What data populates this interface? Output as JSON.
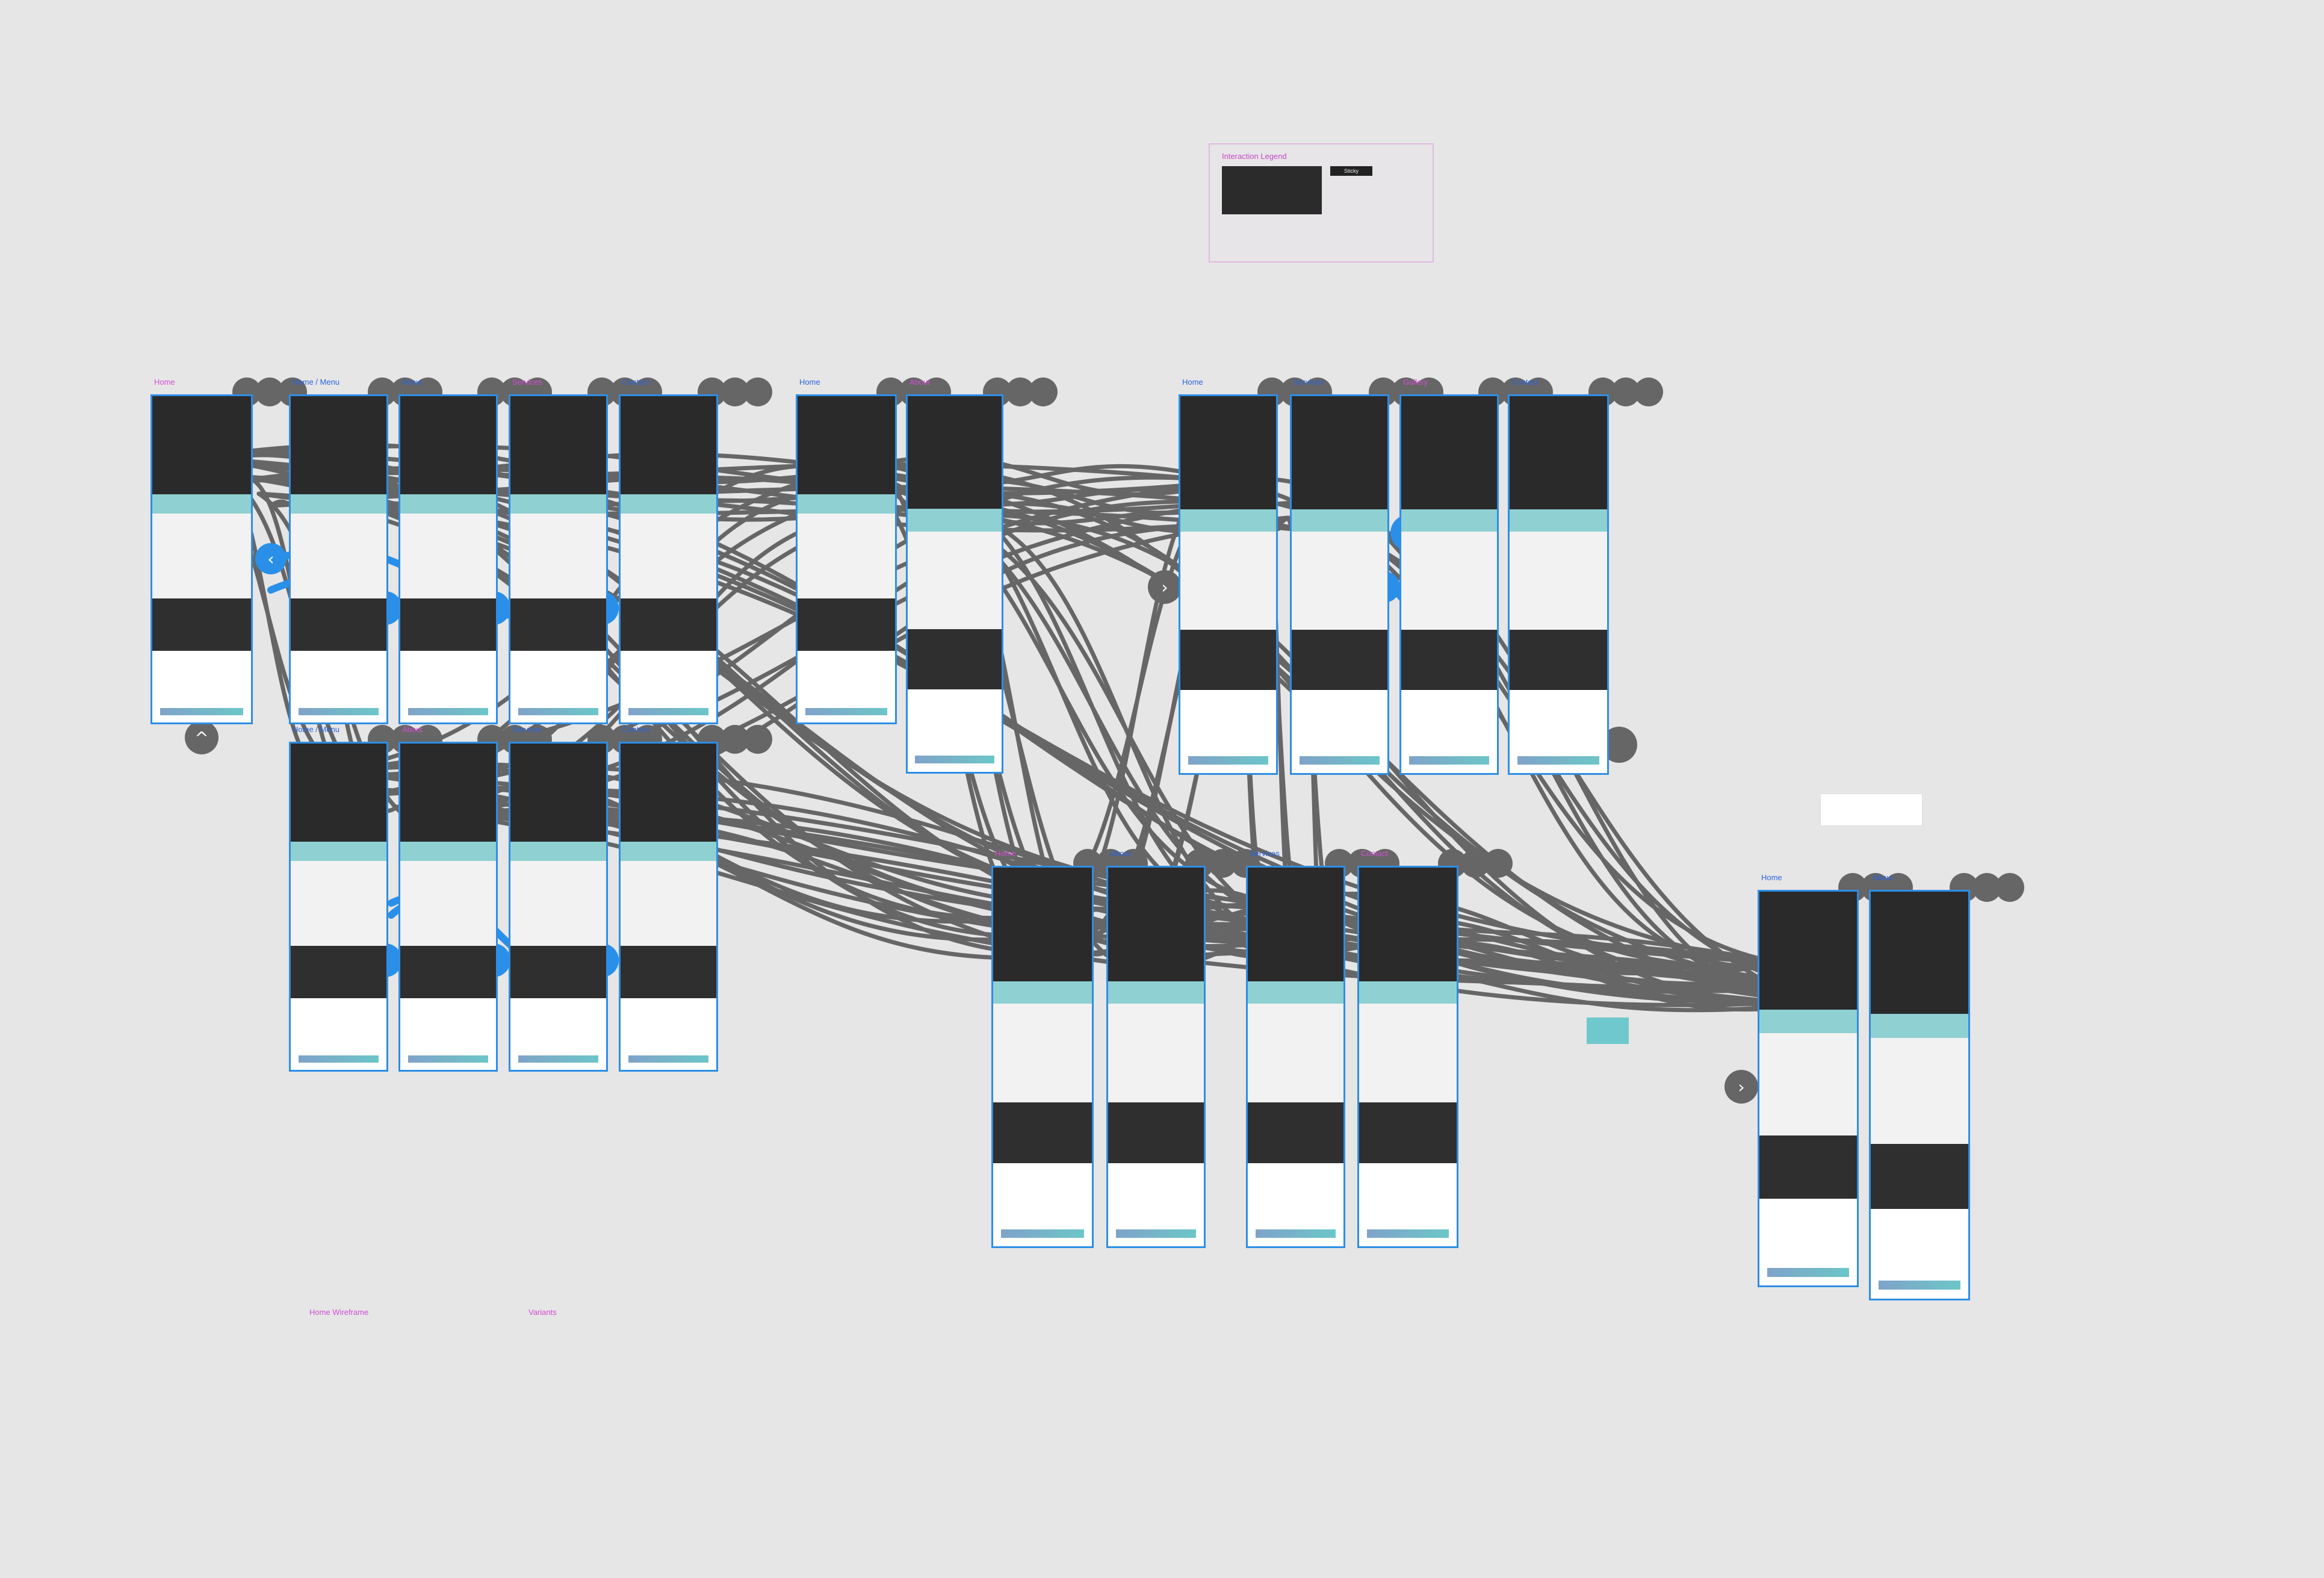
{
  "window": {
    "title": "Prototype"
  },
  "legend": {
    "title": "Interaction Legend",
    "tag": "Sticky"
  },
  "artboards": [
    "Home",
    "Home / Menu",
    "About",
    "Services",
    "Contact",
    "Home",
    "About",
    "Home",
    "Services",
    "Gallery",
    "Contact",
    "Home / Menu",
    "About",
    "Services",
    "Contact",
    "Home",
    "About",
    "Services",
    "Contact",
    "Home",
    "About"
  ],
  "bottom_captions": [
    "Home Wireframe",
    "Variants"
  ],
  "colors": {
    "wire": "#666666",
    "wire_active": "#2a8fe8",
    "artboard_border": "#2d8ee6",
    "label": "#d34bd3"
  }
}
